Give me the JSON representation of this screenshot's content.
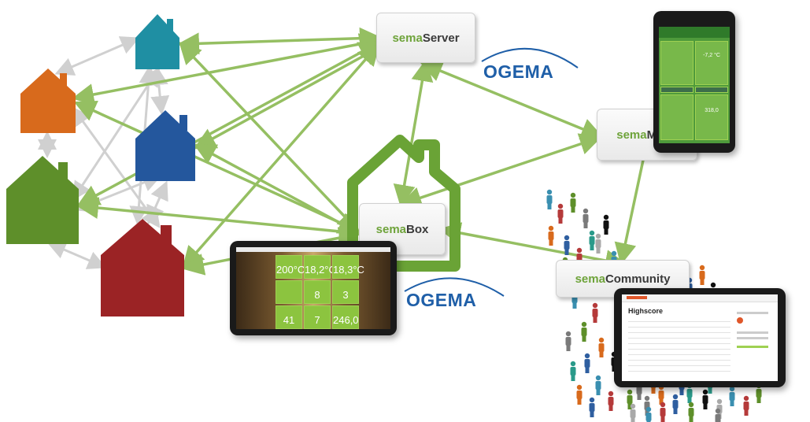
{
  "nodes": {
    "server": {
      "prefix": "sema",
      "name": "Server"
    },
    "box": {
      "prefix": "sema",
      "name": "Box"
    },
    "mobil": {
      "prefix": "sema",
      "name": "Mobil"
    },
    "community": {
      "prefix": "sema",
      "name": "Community"
    }
  },
  "logos": {
    "ogema_top": "OGEMA",
    "ogema_bottom": "OGEMA"
  },
  "tablet_tiles": [
    {
      "value": "200",
      "unit": "°C"
    },
    {
      "value": "18,2",
      "unit": "°C"
    },
    {
      "value": "18,3",
      "unit": "°C"
    },
    {
      "value": "",
      "unit": ""
    },
    {
      "value": "8",
      "unit": ""
    },
    {
      "value": "3",
      "unit": ""
    },
    {
      "value": "41",
      "unit": ""
    },
    {
      "value": "7",
      "unit": ""
    },
    {
      "value": "246,0",
      "unit": ""
    }
  ],
  "phone": {
    "value1": "-7,2 °C",
    "value2": "318,0"
  },
  "community_tablet": {
    "title": "Highscore"
  },
  "colors": {
    "house_teal": "#1f8fa3",
    "house_orange": "#d86a1c",
    "house_blue": "#24579d",
    "house_green": "#5e8f2a",
    "house_red": "#9b2325",
    "arrow_green": "#95bf62",
    "arrow_gray": "#cfcfcf",
    "sema_green": "#6ea33a",
    "ogema_blue": "#1f5fa8"
  }
}
